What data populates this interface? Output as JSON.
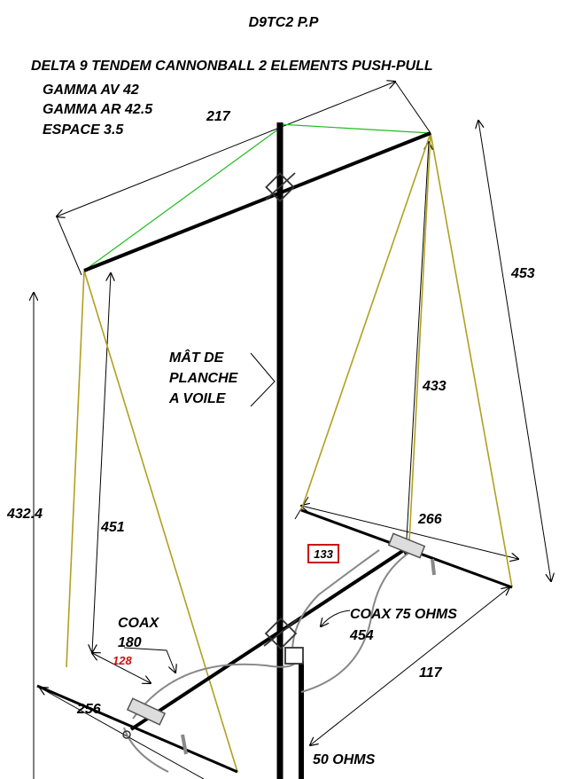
{
  "title": "D9TC2 P.P",
  "subtitle": "DELTA 9 TENDEM CANNONBALL 2 ELEMENTS PUSH-PULL",
  "gamma": {
    "av": "GAMMA AV 42",
    "ar": "GAMMA AR 42.5",
    "espace": "ESPACE 3.5"
  },
  "dimensions": {
    "top_span": "217",
    "right_outer": "453",
    "right_inner": "433",
    "left_outer": "432.4",
    "left_inner": "451",
    "right_base": "266",
    "left_base": "256",
    "boom": "117"
  },
  "mast_label": [
    "MÂT DE",
    "PLANCHE",
    "A VOILE"
  ],
  "coax_left": [
    "COAX",
    "180"
  ],
  "coax_left_red": "128",
  "coax_right_box": "133",
  "coax_right": [
    "COAX 75 OHMS",
    "454"
  ],
  "impedance": "50 OHMS",
  "colors": {
    "wire_yellow": "#b0a020",
    "wire_green": "#22bb22",
    "red": "#cc1111"
  }
}
